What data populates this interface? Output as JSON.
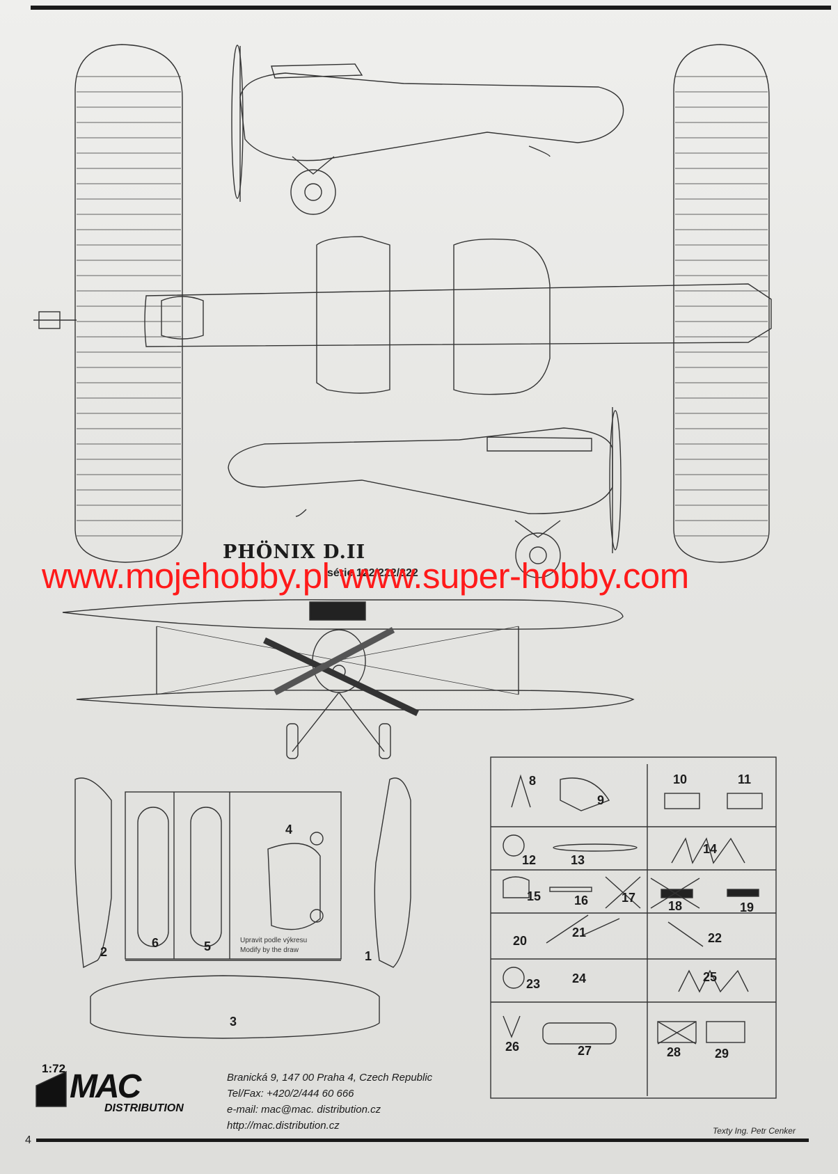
{
  "title": "PHÖNIX D.II",
  "series": "série 122/222/322",
  "watermark": "www.mojehobby.pl www.super-hobby.com",
  "parts": [
    "1",
    "2",
    "3",
    "4",
    "5",
    "6",
    "8",
    "9",
    "10",
    "11",
    "12",
    "13",
    "14",
    "15",
    "16",
    "17",
    "18",
    "19",
    "20",
    "21",
    "22",
    "23",
    "24",
    "25",
    "26",
    "27",
    "28",
    "29"
  ],
  "note": {
    "line1": "Upravit podle výkresu",
    "line2": "Modify by the draw"
  },
  "brand": {
    "scale": "1:72",
    "name": "MAC",
    "sub": "DISTRIBUTION"
  },
  "address": {
    "line1": "Branická 9, 147 00 Praha 4, Czech Republic",
    "line2": "Tel/Fax: +420/2/444 60 666",
    "line3": "e-mail: mac@mac. distribution.cz",
    "line4": "http://mac.distribution.cz"
  },
  "page_number": "4",
  "credit": "Texty Ing. Petr Cenker"
}
